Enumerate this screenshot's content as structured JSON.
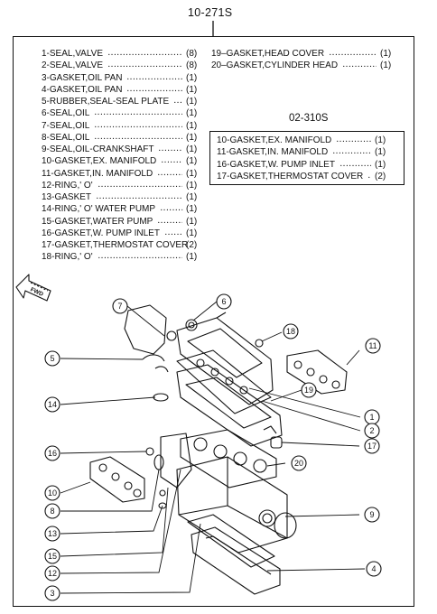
{
  "header": {
    "group_number": "10-271S"
  },
  "parts_left": [
    {
      "label": "1-SEAL,VALVE",
      "qty": "(8)"
    },
    {
      "label": "2-SEAL,VALVE",
      "qty": "(8)"
    },
    {
      "label": "3-GASKET,OIL PAN",
      "qty": "(1)"
    },
    {
      "label": "4-GASKET,OIL PAN",
      "qty": "(1)"
    },
    {
      "label": "5-RUBBER,SEAL-SEAL PLATE",
      "qty": "(1)"
    },
    {
      "label": "6-SEAL,OIL",
      "qty": "(1)"
    },
    {
      "label": "7-SEAL,OIL",
      "qty": "(1)"
    },
    {
      "label": "8-SEAL,OIL",
      "qty": "(1)"
    },
    {
      "label": "9-SEAL,OIL-CRANKSHAFT",
      "qty": "(1)"
    },
    {
      "label": "10-GASKET,EX. MANIFOLD",
      "qty": "(1)"
    },
    {
      "label": "11-GASKET,IN. MANIFOLD",
      "qty": "(1)"
    },
    {
      "label": "12-RING,' O'",
      "qty": "(1)"
    },
    {
      "label": "13-GASKET",
      "qty": "(1)"
    },
    {
      "label": "14-RING,' O'  WATER PUMP",
      "qty": "(1)"
    },
    {
      "label": "15-GASKET,WATER PUMP",
      "qty": "(1)"
    },
    {
      "label": "16-GASKET,W. PUMP INLET",
      "qty": "(1)"
    },
    {
      "label": "17-GASKET,THERMOSTAT COVER",
      "qty": "(2)"
    },
    {
      "label": "18-RING,' O'",
      "qty": "(1)"
    }
  ],
  "parts_right": [
    {
      "label": "19–GASKET,HEAD COVER",
      "qty": "(1)"
    },
    {
      "label": "20–GASKET,CYLINDER HEAD",
      "qty": "(1)"
    }
  ],
  "subkit": {
    "number": "02-310S",
    "items": [
      {
        "label": "10-GASKET,EX. MANIFOLD",
        "qty": "(1)"
      },
      {
        "label": "11-GASKET,IN. MANIFOLD",
        "qty": "(1)"
      },
      {
        "label": "16-GASKET,W. PUMP INLET",
        "qty": "(1)"
      },
      {
        "label": "17-GASKET,THERMOSTAT COVER",
        "qty": "(2)"
      }
    ]
  },
  "fwd_label": "FWD",
  "callouts": [
    "1",
    "2",
    "3",
    "4",
    "5",
    "6",
    "7",
    "8",
    "9",
    "10",
    "11",
    "12",
    "13",
    "14",
    "15",
    "16",
    "17",
    "18",
    "19",
    "20"
  ]
}
